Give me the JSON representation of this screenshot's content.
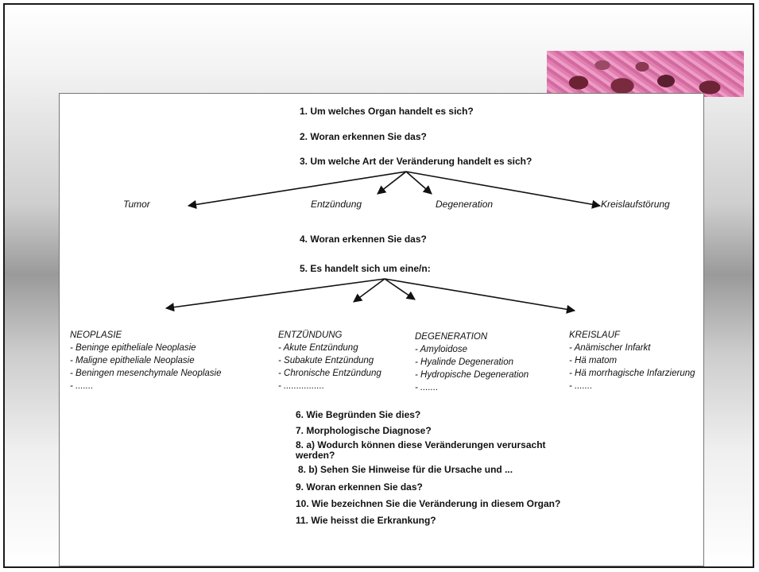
{
  "questions": {
    "q1": "1. Um welches Organ handelt es sich?",
    "q2": "2. Woran erkennen Sie das?",
    "q3": "3. Um welche Art der Veränderung handelt es sich?",
    "q4": "4. Woran erkennen Sie das?",
    "q5": "5. Es handelt sich um eine/n:",
    "q6": "6. Wie Begründen Sie dies?",
    "q7": "7. Morphologische Diagnose?",
    "q8a": "8. a) Wodurch können diese Veränderungen verursacht werden?",
    "q8b": "8. b) Sehen Sie Hinweise für die Ursache und ...",
    "q9": "9. Woran erkennen Sie das?",
    "q10": "10. Wie bezeichnen Sie die Veränderung in diesem Organ?",
    "q11": "11. Wie heisst die Erkrankung?"
  },
  "change_types": [
    "Tumor",
    "Entzündung",
    "Degeneration",
    "Kreislaufstörung"
  ],
  "categories": [
    {
      "title": "NEOPLASIE",
      "items": [
        "- Beninge epitheliale Neoplasie",
        "- Maligne epitheliale Neoplasie",
        "- Beningen mesenchymale Neoplasie",
        "- ......."
      ]
    },
    {
      "title": "ENTZÜNDUNG",
      "items": [
        "- Akute Entzündung",
        "- Subakute Entzündung",
        "- Chronische Entzündung",
        "- ................"
      ]
    },
    {
      "title": "DEGENERATION",
      "items": [
        "- Amyloidose",
        "- Hyalinde Degeneration",
        "- Hydropische Degeneration",
        "- ......."
      ]
    },
    {
      "title": "KREISLAUF",
      "items": [
        "- Anämischer Infarkt",
        "- Hä matom",
        "- Hä morrhagische Infarzierung",
        "- ......."
      ]
    }
  ],
  "colors": {
    "frame": "#1a1a1a",
    "arrow": "#111111",
    "tissue_pink": "#d978ac"
  }
}
